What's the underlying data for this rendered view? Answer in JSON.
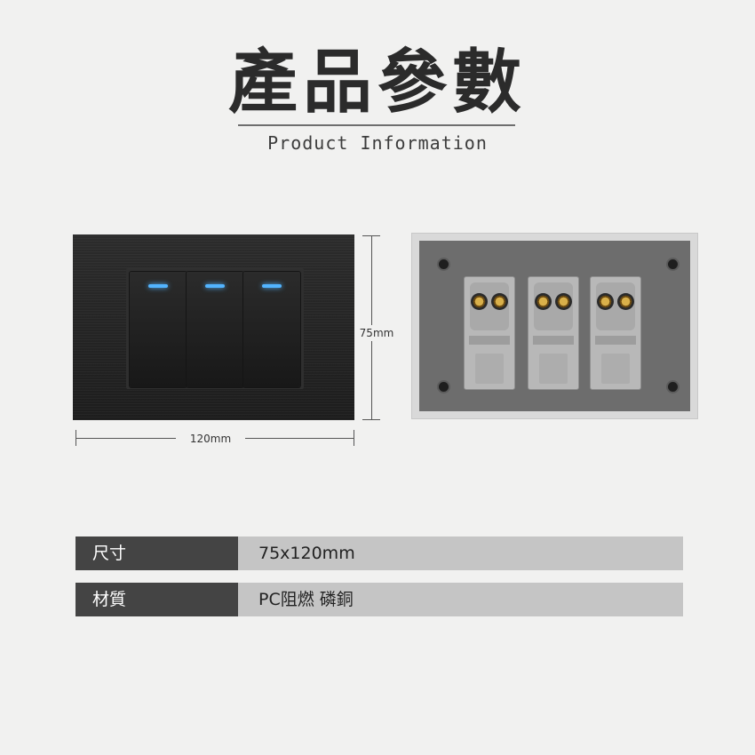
{
  "header": {
    "title": "產品參數",
    "subtitle": "Product Information"
  },
  "dimensions": {
    "height_label": "75mm",
    "width_label": "120mm"
  },
  "product": {
    "led_color": "#52b4ff",
    "switch_count": 3
  },
  "specs": [
    {
      "label": "尺寸",
      "value": "75x120mm"
    },
    {
      "label": "材質",
      "value": "PC阻燃 磷銅"
    }
  ]
}
